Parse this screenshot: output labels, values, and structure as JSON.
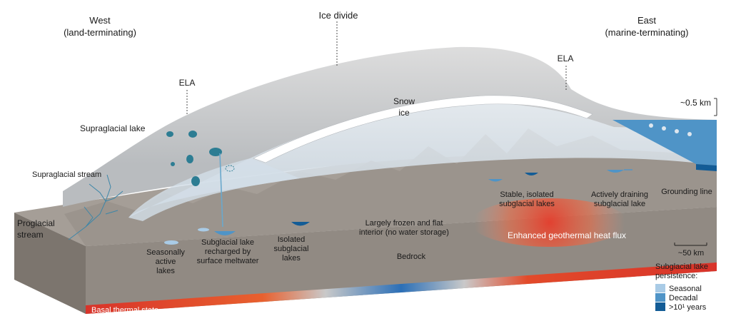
{
  "labels": {
    "west": [
      "West",
      "(land-terminating)"
    ],
    "east": [
      "East",
      "(marine-terminating)"
    ],
    "ice_divide": "Ice divide",
    "ela_west": "ELA",
    "ela_east": "ELA",
    "snow_ice": [
      "Snow",
      "ice"
    ],
    "thickness": "~0.5 km",
    "supraglacial_lake": "Supraglacial lake",
    "supraglacial_stream": "Supraglacial stream",
    "proglacial_stream": [
      "Proglacial",
      "stream"
    ],
    "seasonally_active": [
      "Seasonally",
      "active",
      "lakes"
    ],
    "recharged": [
      "Subglacial lake",
      "recharged by",
      "surface meltwater"
    ],
    "isolated": [
      "Isolated",
      "subglacial",
      "lakes"
    ],
    "interior": [
      "Largely frozen and flat",
      "interior (no water storage)"
    ],
    "stable": [
      "Stable, isolated",
      "subglacial lakes"
    ],
    "draining": [
      "Actively draining",
      "subglacial lake"
    ],
    "grounding_line": "Grounding line",
    "geothermal": "Enhanced geothermal heat flux",
    "bedrock": "Bedrock",
    "basal_state": "Basal thermal state",
    "scale": "~50 km"
  },
  "legend": {
    "title": [
      "Subglacial lake",
      "persistence:"
    ],
    "items": [
      {
        "label": "Seasonal",
        "color": "#a9cbe6"
      },
      {
        "label": "Decadal",
        "color": "#4f94c7"
      },
      {
        "label": ">10¹ years",
        "color": "#135c96"
      }
    ]
  },
  "colors": {
    "bedrock_front": "#918a83",
    "bedrock_top": "#a59e97",
    "ice_surface": "#c9c9c9",
    "ice_body": "#dde6ee",
    "lake_dark": "#135c96",
    "heat_red": "#d8332a",
    "cold_blue": "#2b6fb7"
  }
}
